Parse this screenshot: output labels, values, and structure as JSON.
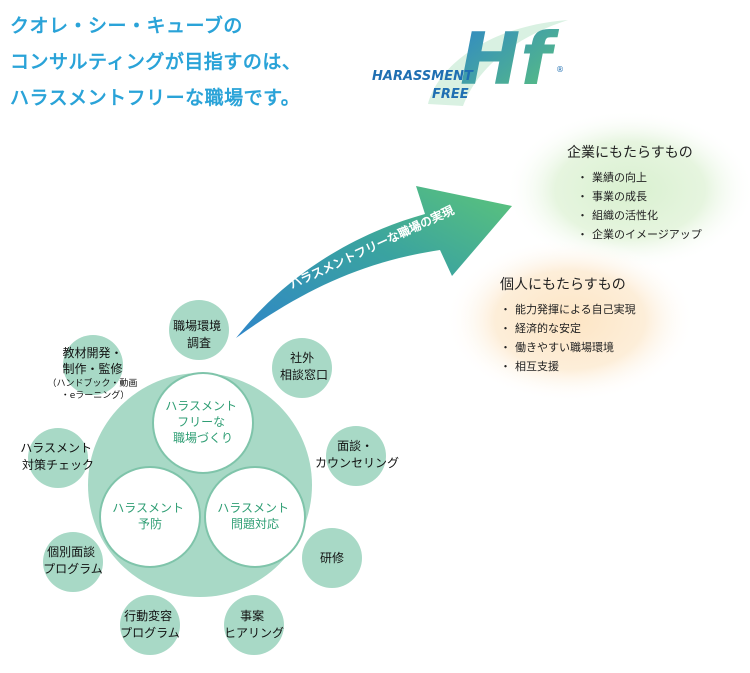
{
  "headline": {
    "line1": "クオレ・シー・キューブの",
    "line2": "コンサルティングが目指すのは、",
    "line3": "ハラスメントフリーな職場です。"
  },
  "logo": {
    "mark": "Hf",
    "text_line1": "HARASSMENT",
    "text_line2": "FREE",
    "registered": "®"
  },
  "arrow_label": "ハラスメントフリーな職場の実現",
  "company_benefits": {
    "title": "企業にもたらすもの",
    "items": [
      "業績の向上",
      "事業の成長",
      "組織の活性化",
      "企業のイメージアップ"
    ]
  },
  "individual_benefits": {
    "title": "個人にもたらすもの",
    "items": [
      "能力発揮による自己実現",
      "経済的な安定",
      "働きやすい職場環境",
      "相互支援"
    ]
  },
  "core": {
    "top": [
      "ハラスメント",
      "フリーな",
      "職場づくり"
    ],
    "left": [
      "ハラスメント",
      "予防"
    ],
    "right": [
      "ハラスメント",
      "問題対応"
    ]
  },
  "services": {
    "survey": [
      "職場環境",
      "調査"
    ],
    "external": [
      "社外",
      "相談窓口"
    ],
    "counseling": [
      "面談・",
      "カウンセリング"
    ],
    "training": [
      "研修"
    ],
    "hearing": [
      "事案",
      "ヒアリング"
    ],
    "behavior": [
      "行動変容",
      "プログラム"
    ],
    "individual": [
      "個別面談",
      "プログラム"
    ],
    "check": [
      "ハラスメント",
      "対策チェック"
    ],
    "materials": [
      "教材開発・",
      "制作・監修",
      "（ハンドブック・動画",
      "・eラーニング）"
    ]
  },
  "colors": {
    "headline": "#2aa3d8",
    "circle_fill": "#a8d9c6",
    "core_border": "#7fc4aa",
    "core_text": "#2f9e74",
    "arrow_start": "#2f86c8",
    "arrow_end": "#5cc47a",
    "company_glow": "#d9f0d0",
    "individual_glow": "#fde5c4"
  }
}
